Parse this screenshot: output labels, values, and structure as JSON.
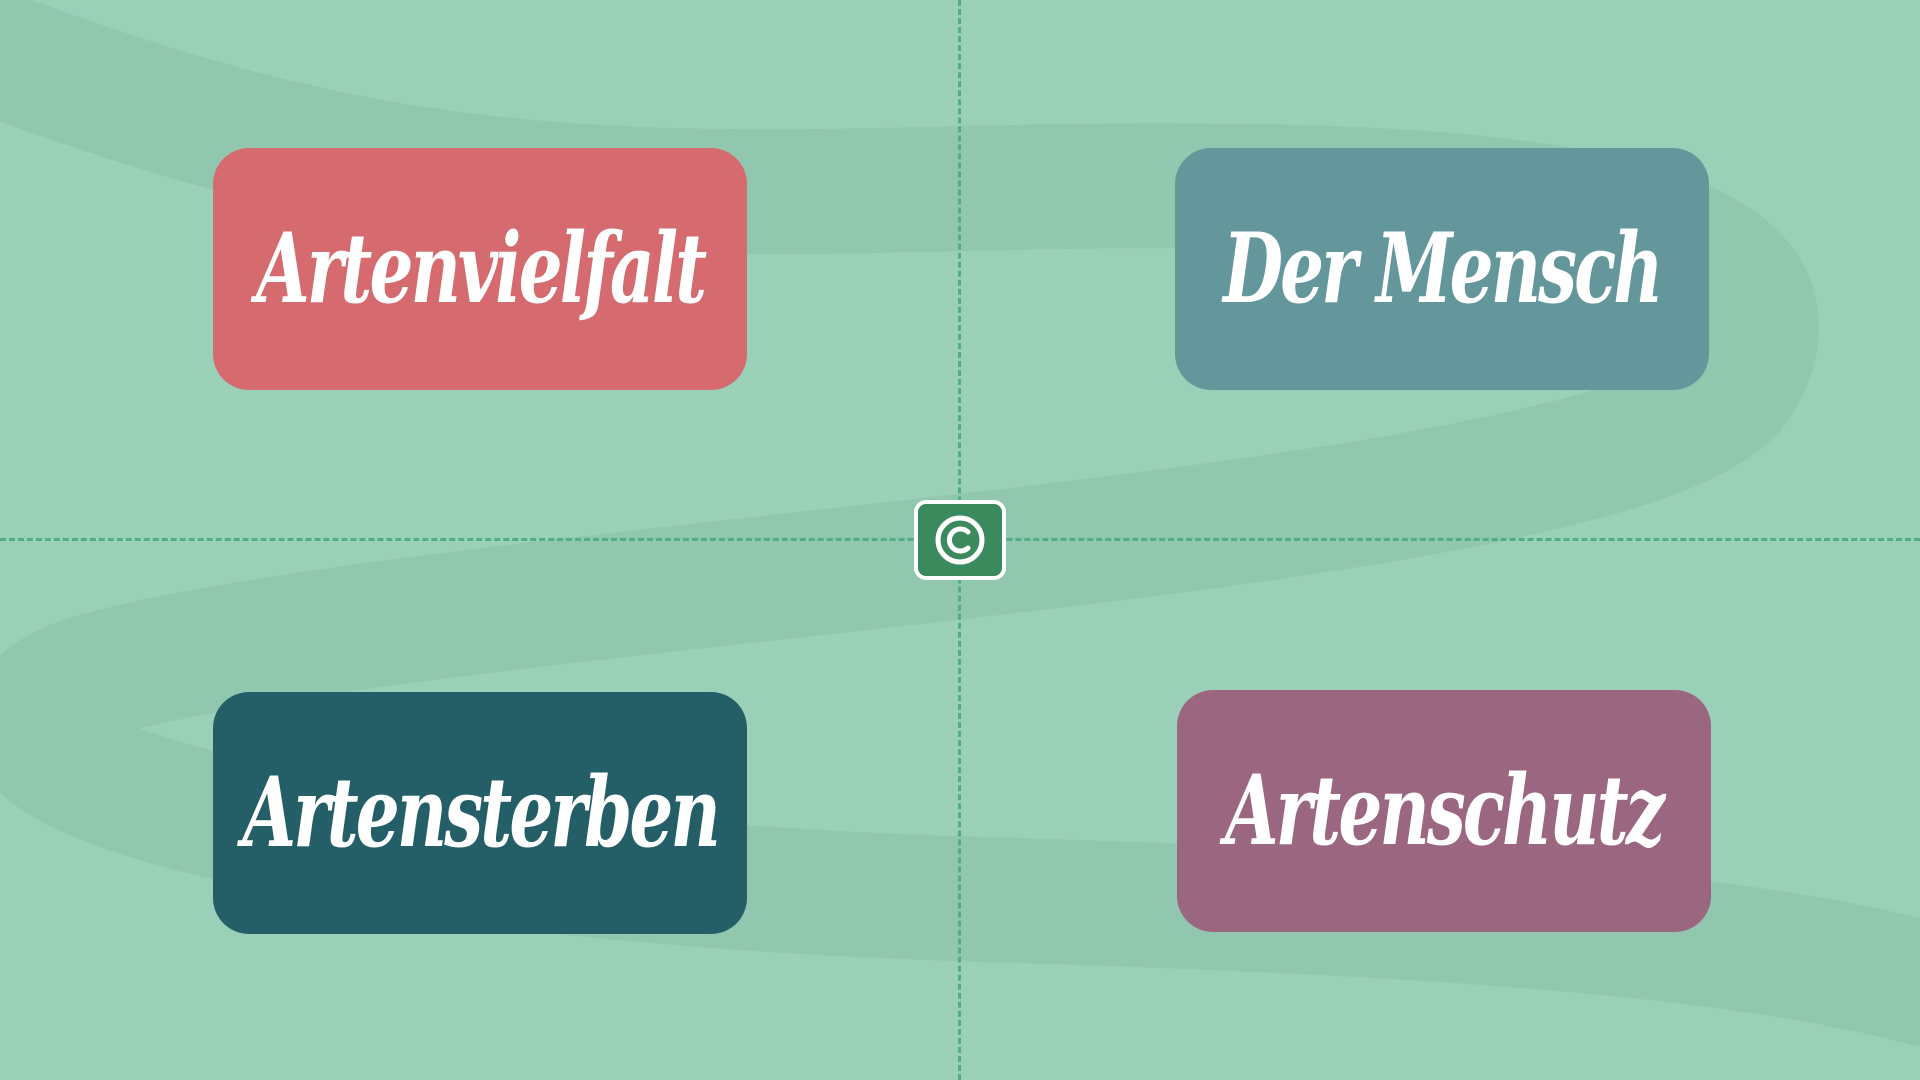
{
  "colors": {
    "background": "#9bd0b8",
    "swirl": "#8fc5ad",
    "divider": "#4fae86",
    "badge": "#3b8a5e"
  },
  "cards": [
    {
      "label": "Artenvielfalt",
      "color": "#d56b6e"
    },
    {
      "label": "Der Mensch",
      "color": "#64979b"
    },
    {
      "label": "Artensterben",
      "color": "#245f68"
    },
    {
      "label": "Artenschutz",
      "color": "#9b6680"
    }
  ],
  "badge": {
    "icon": "copyright-icon"
  }
}
